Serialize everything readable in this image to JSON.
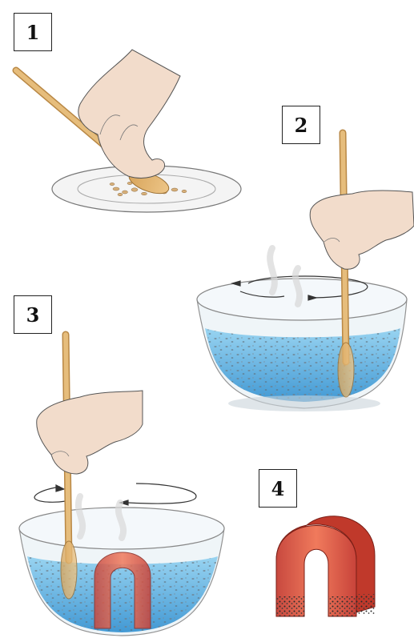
{
  "steps": [
    {
      "number": "1"
    },
    {
      "number": "2"
    },
    {
      "number": "3"
    },
    {
      "number": "4"
    }
  ],
  "colors": {
    "spoon": "#e0b06a",
    "skin": "#f0d9c6",
    "water": "#3fa9e3",
    "magnet": "#d9534a",
    "plate": "#f5f5f5"
  }
}
